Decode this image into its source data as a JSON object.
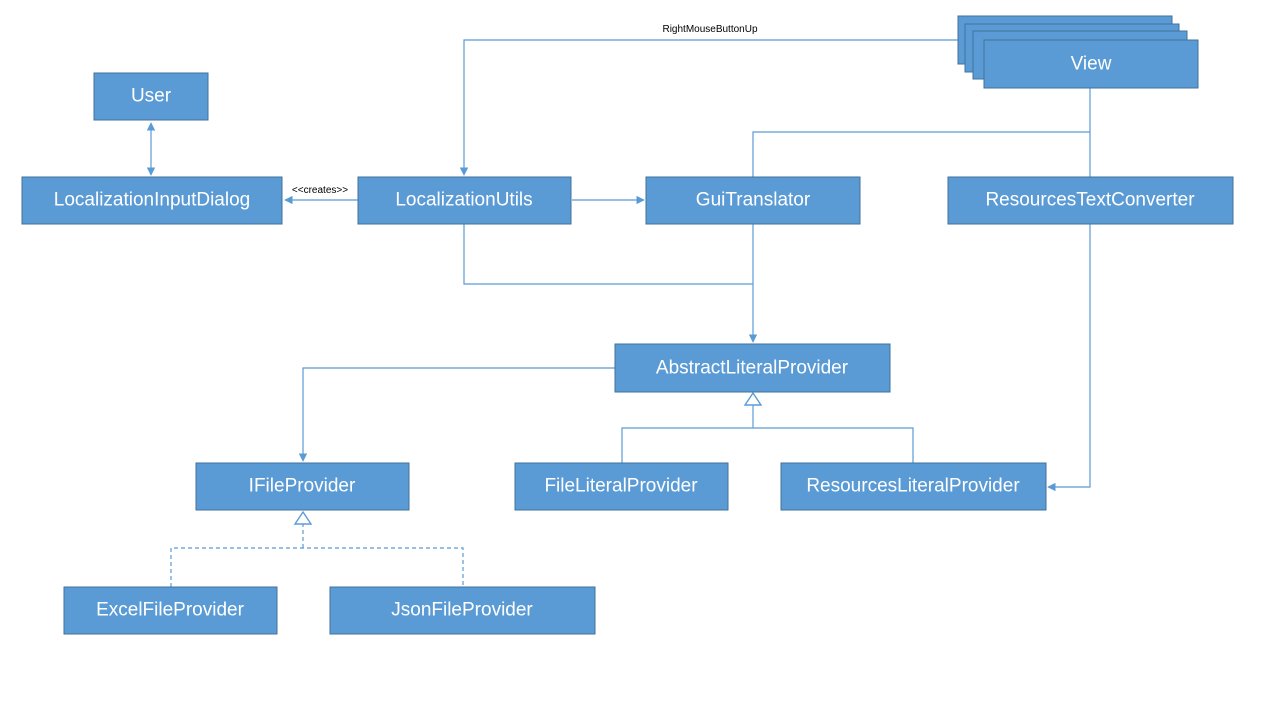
{
  "nodes": {
    "user": "User",
    "localization_input_dialog": "LocalizationInputDialog",
    "localization_utils": "LocalizationUtils",
    "gui_translator": "GuiTranslator",
    "resources_text_converter": "ResourcesTextConverter",
    "view": "View",
    "abstract_literal_provider": "AbstractLiteralProvider",
    "ifile_provider": "IFileProvider",
    "file_literal_provider": "FileLiteralProvider",
    "resources_literal_provider": "ResourcesLiteralProvider",
    "excel_file_provider": "ExcelFileProvider",
    "json_file_provider": "JsonFileProvider"
  },
  "edge_labels": {
    "creates": "<<creates>>",
    "right_mouse_button_up": "RightMouseButtonUp"
  },
  "colors": {
    "node_fill": "#5B9BD5",
    "node_border": "#41719C",
    "node_text": "#FFFFFF",
    "connector": "#5B9BD5"
  }
}
